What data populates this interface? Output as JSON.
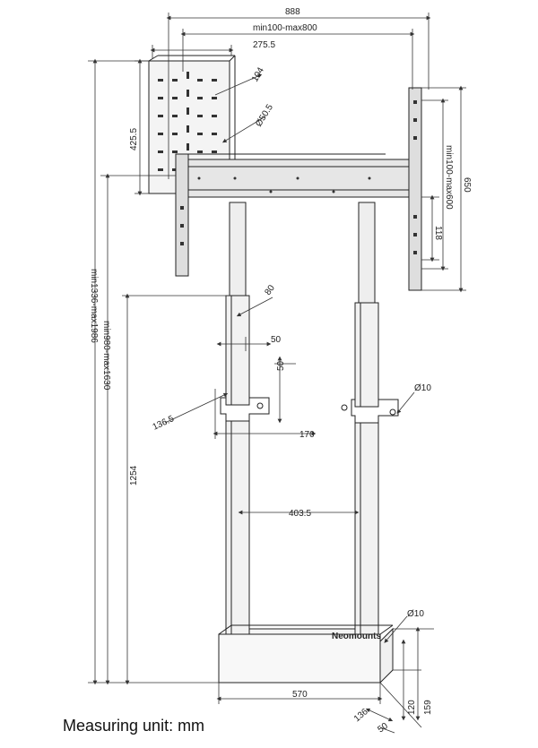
{
  "dimensions": {
    "total_width": "888",
    "vesa_width_range": "min100-max800",
    "shelf_width": "275.5",
    "shelf_depth": "104",
    "shelf_tube": "Ø50.5",
    "shelf_height": "425.5",
    "bracket_height": "650",
    "vesa_height_range": "min100-max600",
    "bracket_offset": "118",
    "total_height_range": "min1336-max1986",
    "mount_height_range": "min980-max1630",
    "column_width": "80",
    "clamp_width": "50",
    "clamp_height": "50",
    "clamp_hole": "Ø10",
    "clamp_depth": "136.5",
    "clamp_span": "170",
    "column_spacing": "403.5",
    "lower_height": "1254",
    "floor_hole": "Ø10",
    "base_width": "570",
    "base_depth": "136",
    "base_foot": "50",
    "base_height": "120",
    "base_total": "159"
  },
  "brand_label": "Neomounts",
  "caption": "Measuring unit: mm",
  "colors": {
    "line": "#222222",
    "dim_line": "#333333",
    "metal_dark": "#cfcfcf",
    "metal_light": "#ececec"
  }
}
